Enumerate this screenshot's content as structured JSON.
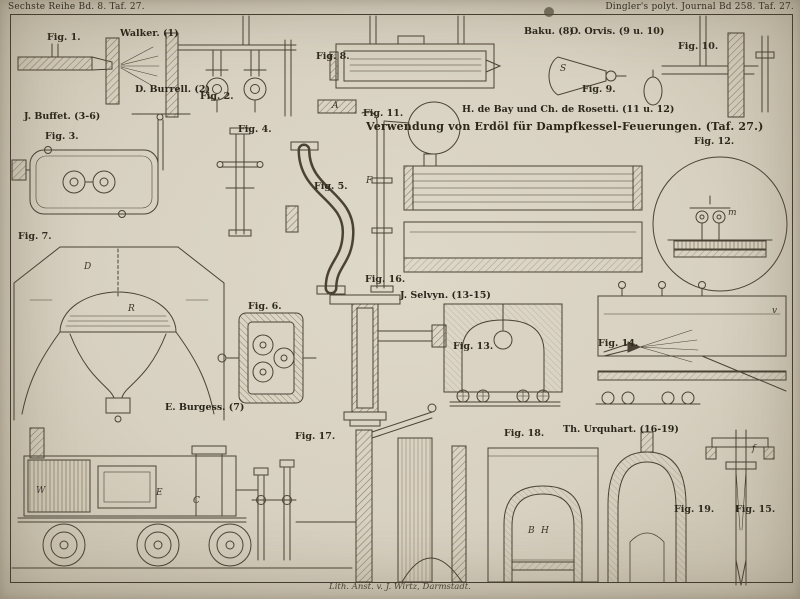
{
  "plate": {
    "header_left": "Sechste Reihe Bd. 8. Taf. 27.",
    "header_right": "Dingler's polyt. Journal Bd 258. Taf. 27.",
    "title": "Verwendung von Erdöl für Dampfkessel-Feuerungen. (Taf. 27.)",
    "footer": "Lith. Anst. v. J. Wirtz, Darmstadt.",
    "colors": {
      "paper": "#d8d1c1",
      "ink": "#4a4234",
      "frame": "#433c2f"
    }
  },
  "attributions": {
    "walker": "Walker. (1)",
    "burrell": "D. Burrell. (2)",
    "buffet": "J. Buffet. (3-6)",
    "baku": "Baku. (8)",
    "orvis": "O. Orvis. (9 u. 10)",
    "debay_rosetti": "H. de Bay und Ch. de Rosetti. (11 u. 12)",
    "selwyn": "J. Selvyn. (13-15)",
    "burgess": "E. Burgess. (7)",
    "urquhart": "Th. Urquhart. (16-19)"
  },
  "figures": {
    "fig1": "Fig. 1.",
    "fig2": "Fig. 2.",
    "fig3": "Fig. 3.",
    "fig4": "Fig. 4.",
    "fig5": "Fig. 5.",
    "fig6": "Fig. 6.",
    "fig7": "Fig. 7.",
    "fig8": "Fig. 8.",
    "fig9": "Fig. 9.",
    "fig10": "Fig. 10.",
    "fig11": "Fig. 11.",
    "fig12": "Fig. 12.",
    "fig13": "Fig. 13.",
    "fig14": "Fig. 14.",
    "fig15": "Fig. 15.",
    "fig16": "Fig. 16.",
    "fig17": "Fig. 17.",
    "fig18": "Fig. 18.",
    "fig19": "Fig. 19."
  },
  "part_letters": {
    "fig7_R": "R",
    "fig7_D": "D",
    "fig17_W": "W",
    "fig17_E": "E",
    "fig17_C": "C",
    "fig9_S": "S",
    "fig8_A": "A",
    "fig15_f": "f",
    "fig12_m": "m",
    "fig14_v": "v",
    "fig11_F": "F",
    "fig18_B": "B",
    "fig18_H": "H"
  }
}
